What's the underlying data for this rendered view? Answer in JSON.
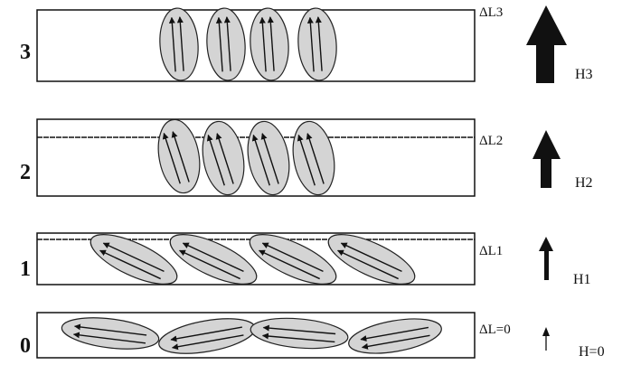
{
  "rows": [
    {
      "number": "3",
      "delta_label": "ΔL3",
      "field_label": "H3"
    },
    {
      "number": "2",
      "delta_label": "ΔL2",
      "field_label": "H2"
    },
    {
      "number": "1",
      "delta_label": "ΔL1",
      "field_label": "H1"
    },
    {
      "number": "0",
      "delta_label": "ΔL=0",
      "field_label": "H=0"
    }
  ],
  "colors": {
    "grain_fill": "#d4d4d4",
    "stroke": "#111111",
    "background": "#ffffff"
  }
}
